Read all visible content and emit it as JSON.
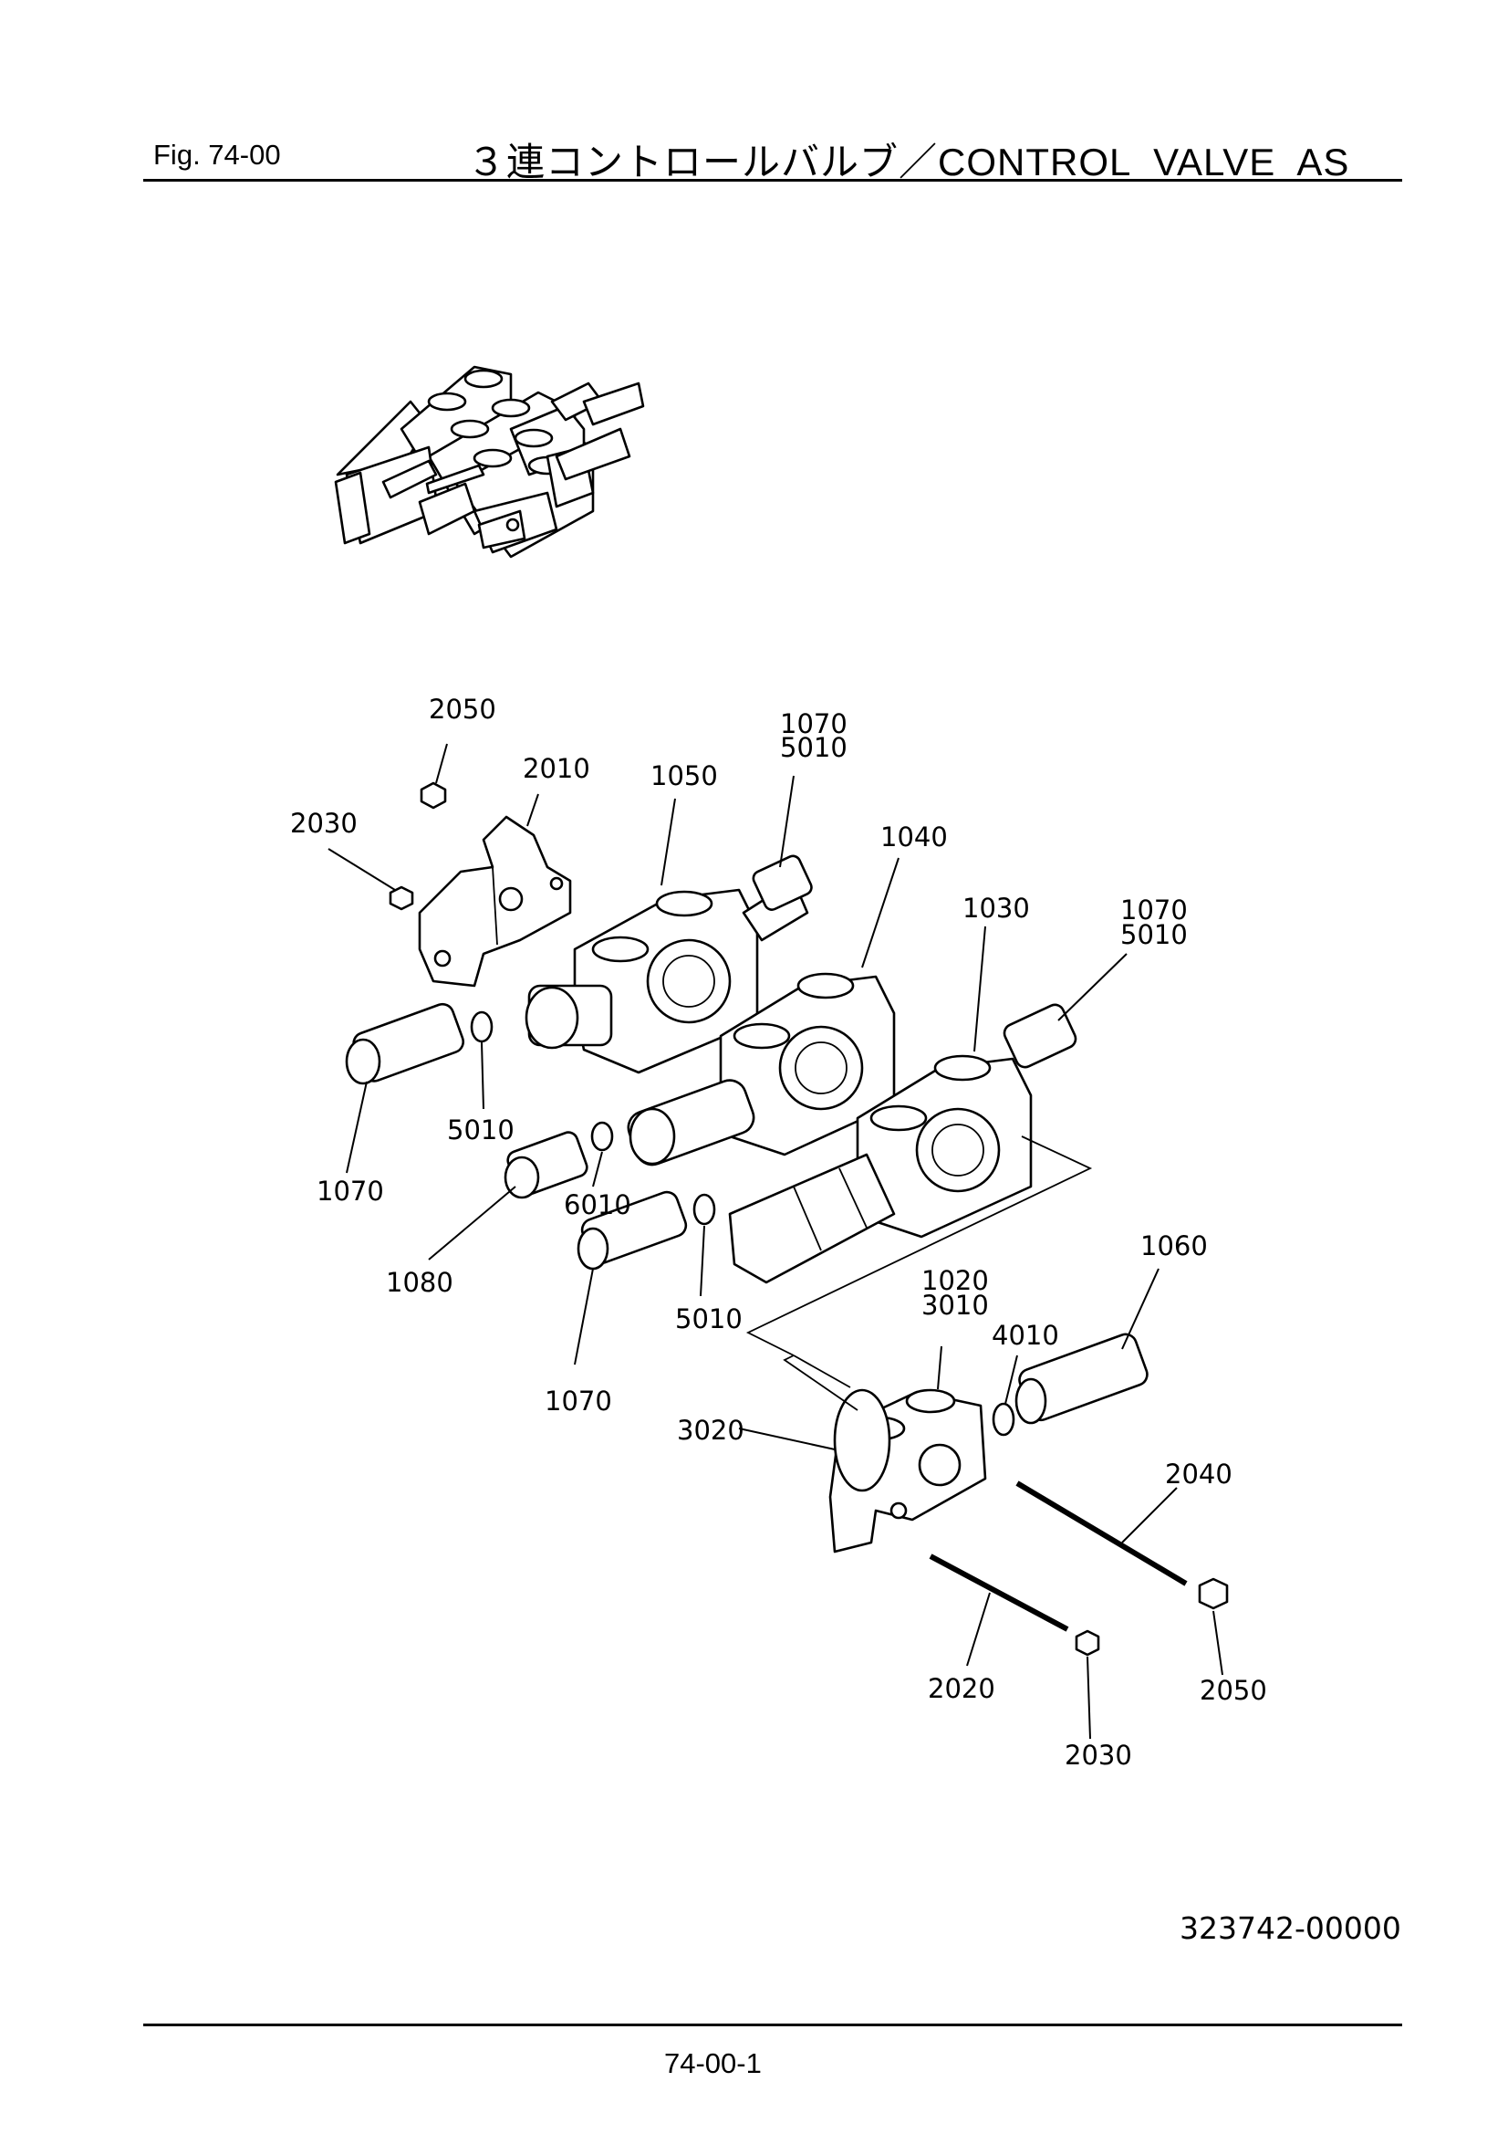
{
  "header": {
    "figure_label": "Fig.  74-00",
    "title": "３連コントロールバルブ／CONTROL  VALVE  AS"
  },
  "footer": {
    "drawing_number": "323742-00000",
    "page_number": "74-00-1"
  },
  "callouts": {
    "c2050_top": "2050",
    "c2010": "2010",
    "c1050": "1050",
    "c1070_top_a": "1070",
    "c5010_top_a": "5010",
    "c2030_left": "2030",
    "c1040": "1040",
    "c1030": "1030",
    "c1070_top_b": "1070",
    "c5010_top_b": "5010",
    "c5010_mid": "5010",
    "c1070_left": "1070",
    "c6010": "6010",
    "c1080": "1080",
    "c1060": "1060",
    "c1020": "1020",
    "c3010": "3010",
    "c4010": "4010",
    "c5010_low": "5010",
    "c1070_low": "1070",
    "c3020": "3020",
    "c2040": "2040",
    "c2020": "2020",
    "c2050_bottom": "2050",
    "c2030_bottom": "2030"
  }
}
